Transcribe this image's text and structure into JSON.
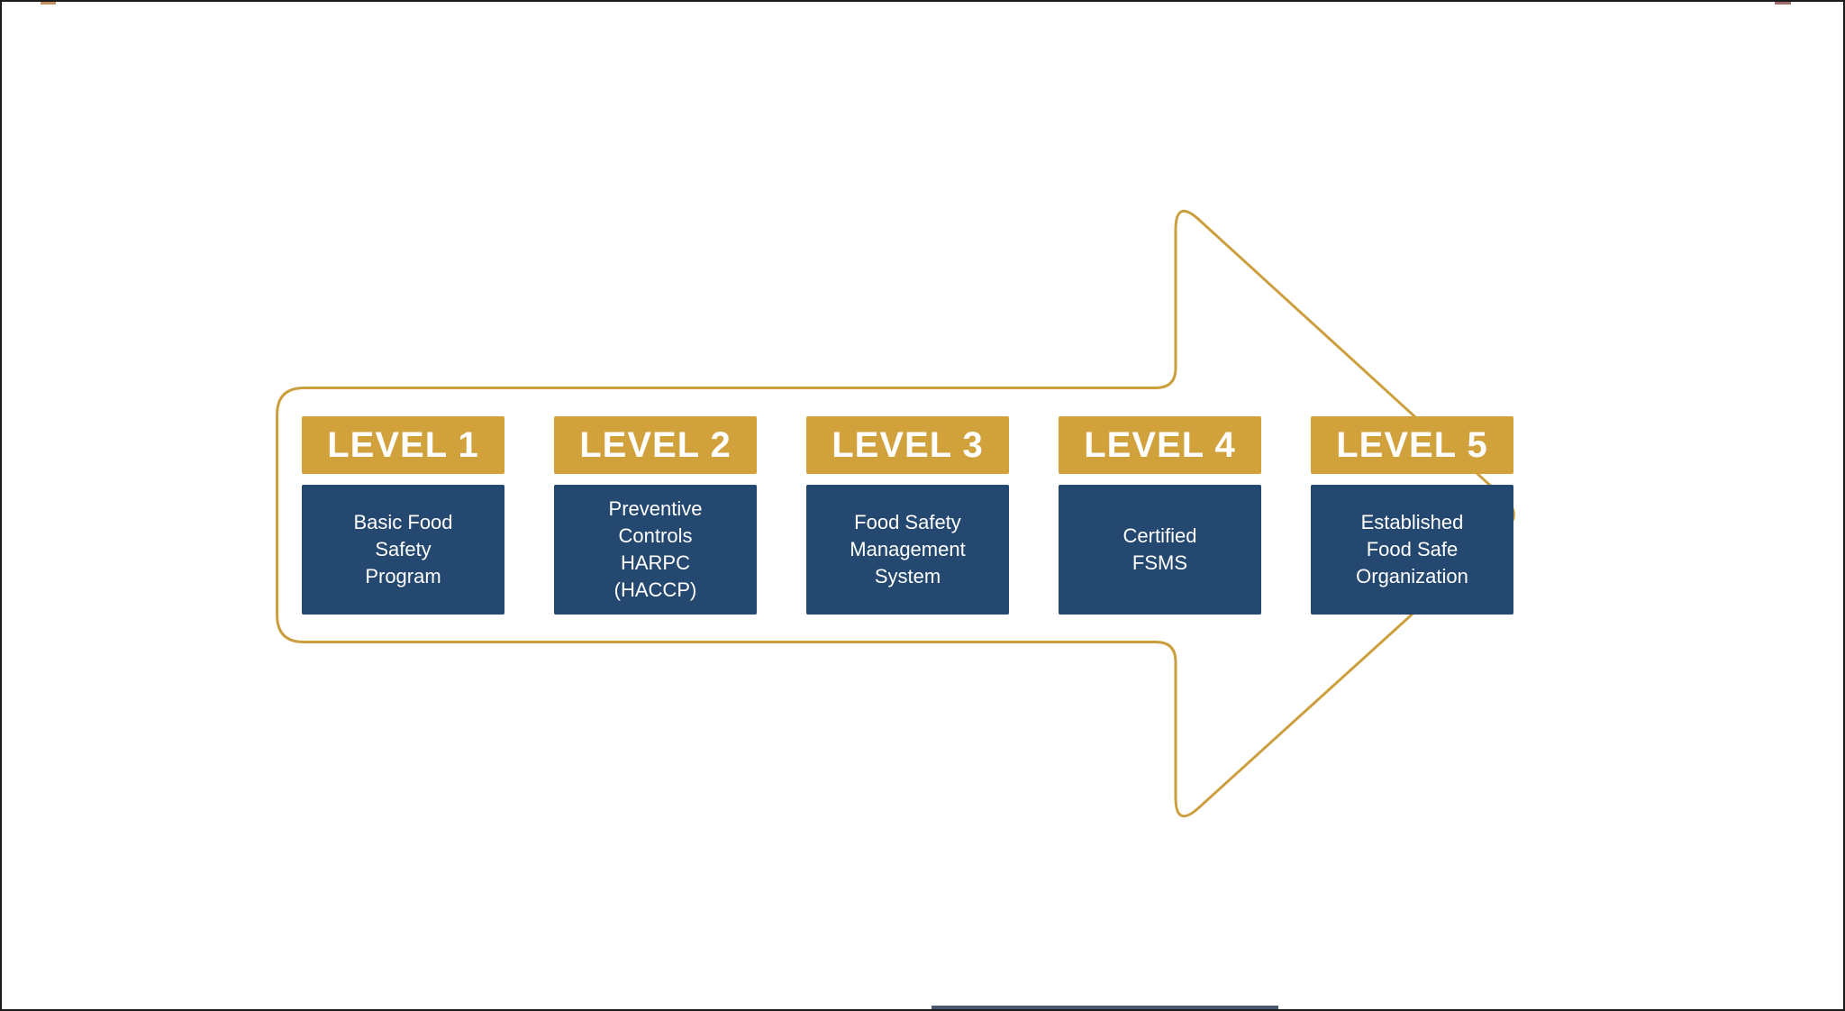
{
  "diagram": {
    "name": "food-safety-maturity-levels",
    "levels": [
      {
        "label": "LEVEL 1",
        "description": "Basic Food\nSafety\nProgram"
      },
      {
        "label": "LEVEL 2",
        "description": "Preventive\nControls\nHARPC\n(HACCP)"
      },
      {
        "label": "LEVEL 3",
        "description": "Food Safety\nManagement\nSystem"
      },
      {
        "label": "LEVEL 4",
        "description": "Certified\nFSMS"
      },
      {
        "label": "LEVEL 5",
        "description": "Established\nFood Safe\nOrganization"
      }
    ]
  },
  "colors": {
    "gold": "#D1A13C",
    "gold_outline": "#CC9F3E",
    "navy": "#24486F",
    "text_on_color": "#FFFFFF",
    "background": "#FFFFFF",
    "frame_border": "#1B1B1B"
  }
}
